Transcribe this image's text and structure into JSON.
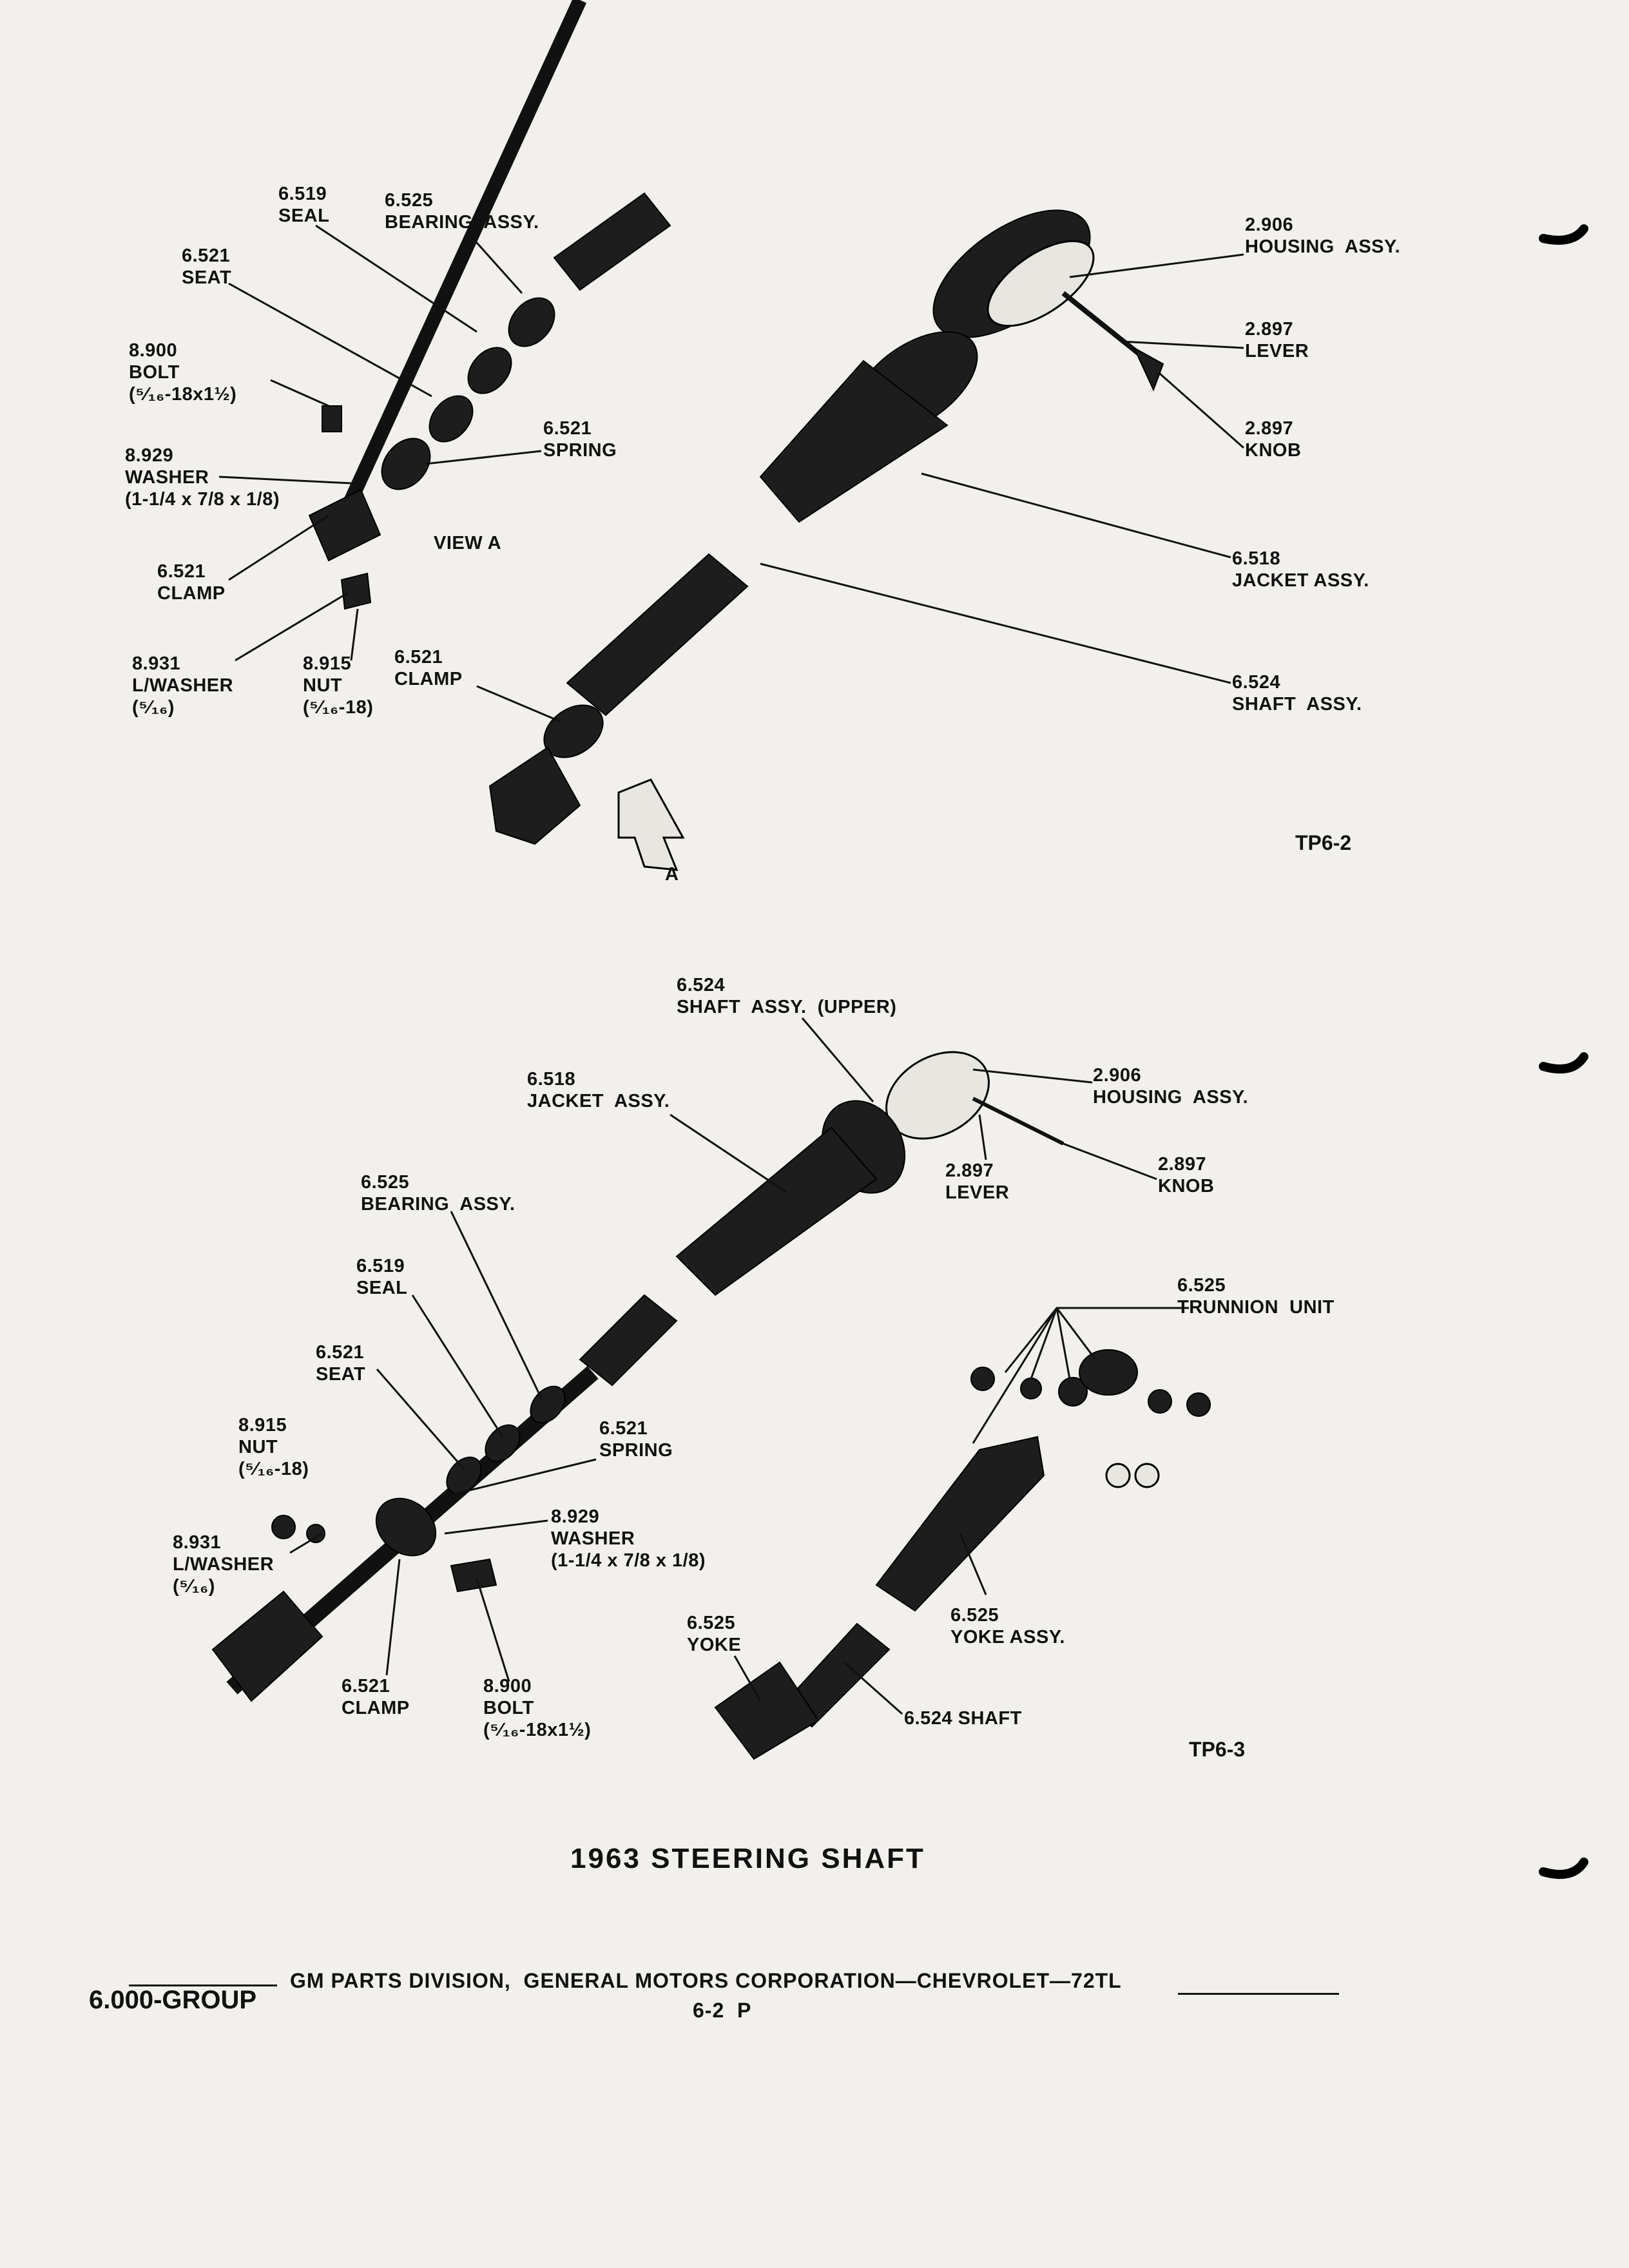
{
  "figure_top": {
    "id": "TP6-2",
    "view_label": "VIEW A",
    "arrow_label": "A",
    "labels": [
      {
        "key": "seal",
        "num": "6.519",
        "name": "SEAL"
      },
      {
        "key": "bearing",
        "num": "6.525",
        "name": "BEARING  ASSY."
      },
      {
        "key": "seat",
        "num": "6.521",
        "name": "SEAT"
      },
      {
        "key": "bolt",
        "num": "8.900",
        "name": "BOLT",
        "spec": "(⁵⁄₁₆-18x1½)"
      },
      {
        "key": "washer",
        "num": "8.929",
        "name": "WASHER",
        "spec": "(1-1/4 x 7/8 x 1/8)"
      },
      {
        "key": "clamp_view",
        "num": "6.521",
        "name": "CLAMP"
      },
      {
        "key": "lwasher",
        "num": "8.931",
        "name": "L/WASHER",
        "spec": "(⁵⁄₁₆)"
      },
      {
        "key": "nut",
        "num": "8.915",
        "name": "NUT",
        "spec": "(⁵⁄₁₆-18)"
      },
      {
        "key": "spring",
        "num": "6.521",
        "name": "SPRING"
      },
      {
        "key": "clamp",
        "num": "6.521",
        "name": "CLAMP"
      },
      {
        "key": "housing",
        "num": "2.906",
        "name": "HOUSING  ASSY."
      },
      {
        "key": "lever",
        "num": "2.897",
        "name": "LEVER"
      },
      {
        "key": "knob",
        "num": "2.897",
        "name": "KNOB"
      },
      {
        "key": "jacket",
        "num": "6.518",
        "name": "JACKET ASSY."
      },
      {
        "key": "shaft",
        "num": "6.524",
        "name": "SHAFT  ASSY."
      }
    ]
  },
  "figure_bottom": {
    "id": "TP6-3",
    "labels": [
      {
        "key": "shaft_upper",
        "num": "6.524",
        "name": "SHAFT  ASSY.  (UPPER)"
      },
      {
        "key": "jacket",
        "num": "6.518",
        "name": "JACKET  ASSY."
      },
      {
        "key": "housing",
        "num": "2.906",
        "name": "HOUSING  ASSY."
      },
      {
        "key": "lever",
        "num": "2.897",
        "name": "LEVER"
      },
      {
        "key": "knob",
        "num": "2.897",
        "name": "KNOB"
      },
      {
        "key": "bearing",
        "num": "6.525",
        "name": "BEARING  ASSY."
      },
      {
        "key": "seal",
        "num": "6.519",
        "name": "SEAL"
      },
      {
        "key": "trunnion",
        "num": "6.525",
        "name": "TRUNNION  UNIT"
      },
      {
        "key": "seat",
        "num": "6.521",
        "name": "SEAT"
      },
      {
        "key": "nut",
        "num": "8.915",
        "name": "NUT",
        "spec": "(⁵⁄₁₆-18)"
      },
      {
        "key": "spring",
        "num": "6.521",
        "name": "SPRING"
      },
      {
        "key": "washer",
        "num": "8.929",
        "name": "WASHER",
        "spec": "(1-1/4 x 7/8 x 1/8)"
      },
      {
        "key": "lwasher",
        "num": "8.931",
        "name": "L/WASHER",
        "spec": "(⁵⁄₁₆)"
      },
      {
        "key": "yoke",
        "num": "6.525",
        "name": "YOKE"
      },
      {
        "key": "yoke_assy",
        "num": "6.525",
        "name": "YOKE ASSY."
      },
      {
        "key": "clamp",
        "num": "6.521",
        "name": "CLAMP"
      },
      {
        "key": "bolt",
        "num": "8.900",
        "name": "BOLT",
        "spec": "(⁵⁄₁₆-18x1½)"
      },
      {
        "key": "shaft",
        "num": "",
        "name": "6.524 SHAFT"
      }
    ]
  },
  "title": "1963  STEERING  SHAFT",
  "footer": {
    "publisher": "GM PARTS DIVISION,  GENERAL MOTORS CORPORATION—CHEVROLET—72TL",
    "page": "6-2  P",
    "group": "6.000-GROUP"
  }
}
